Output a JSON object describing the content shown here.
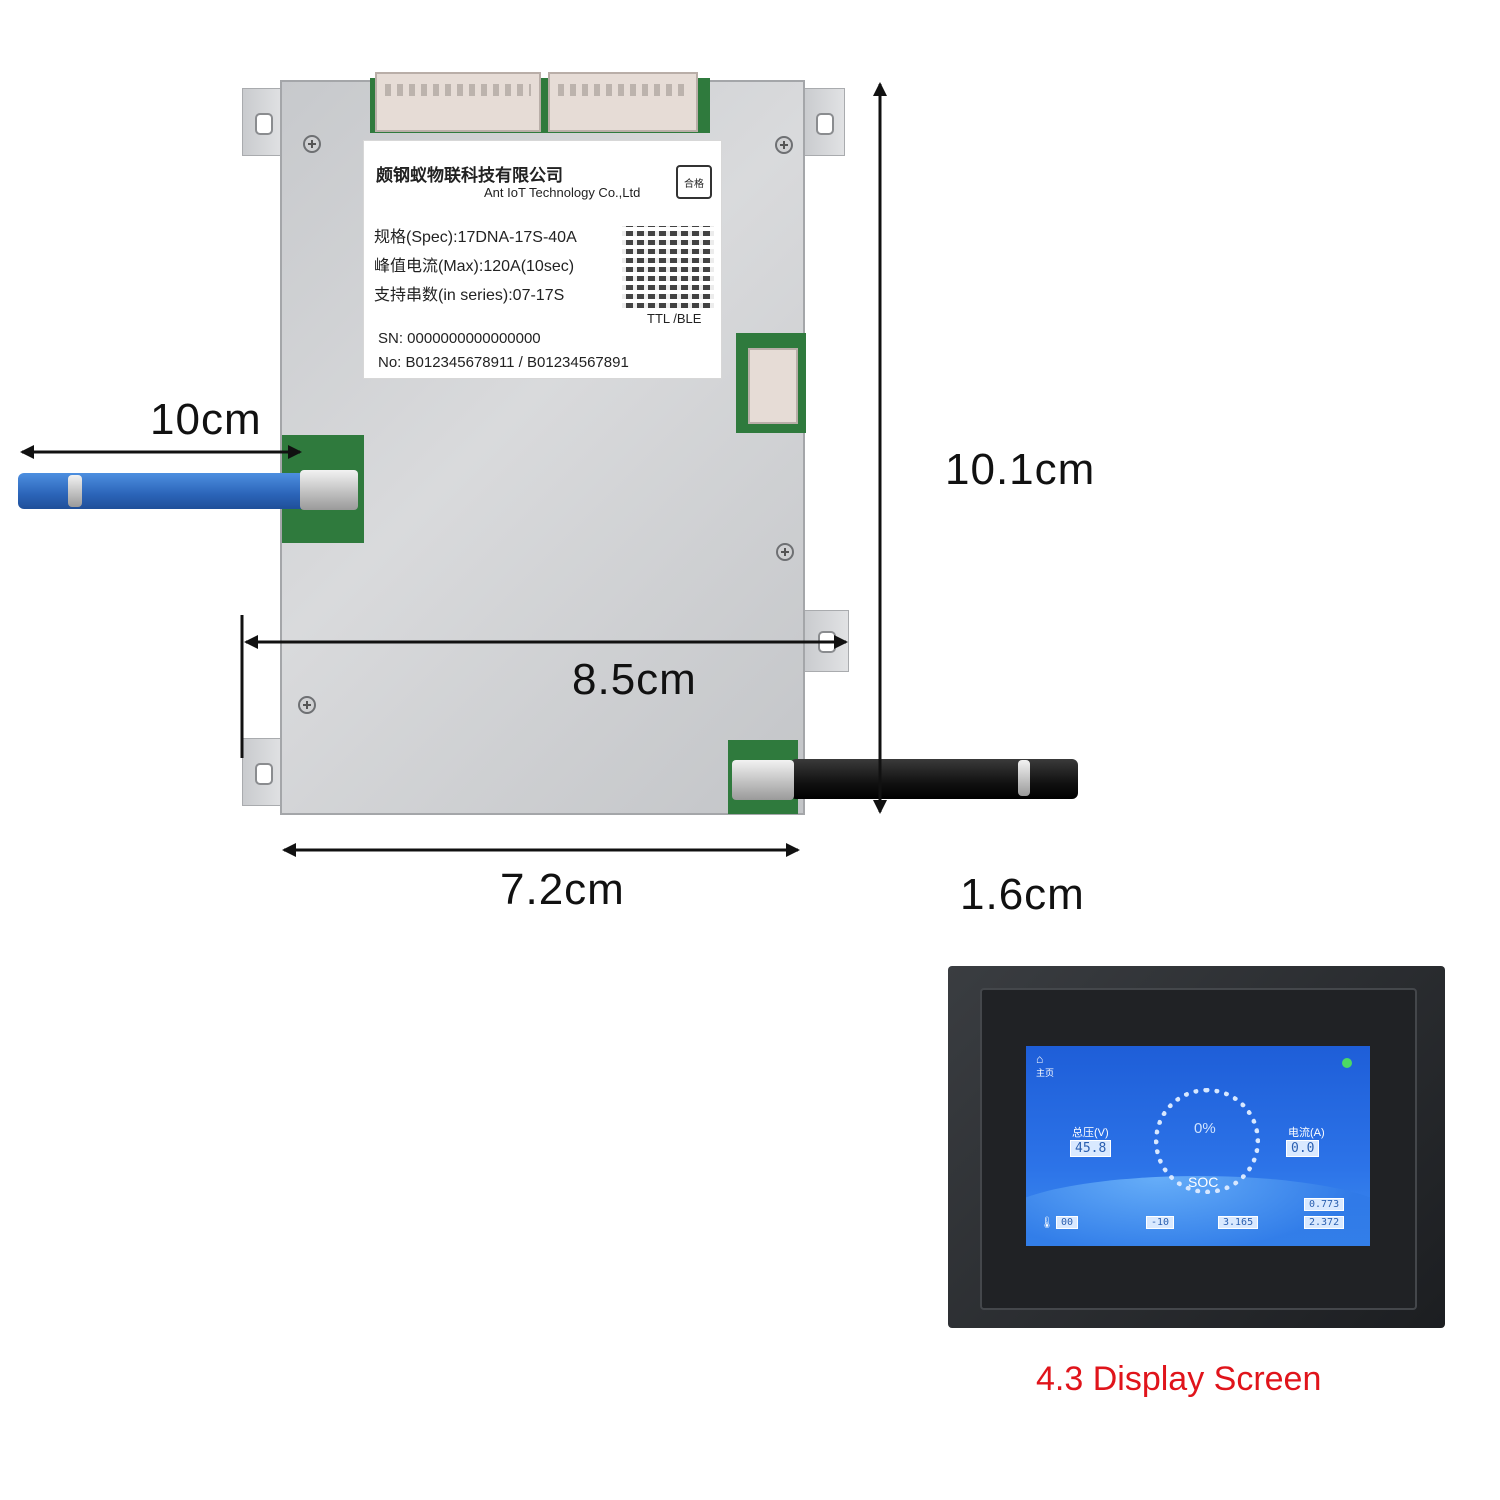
{
  "label": {
    "company_cn": "颇钢蚁物联科技有限公司",
    "company_en": "Ant IoT Technology Co.,Ltd",
    "stamp": "合格",
    "spec": "规格(Spec):17DNA-17S-40A",
    "max": "峰值电流(Max):120A(10sec)",
    "series": "支持串数(in series):07-17S",
    "interface": "TTL /BLE",
    "sn": "SN:  0000000000000000",
    "no": "No:  B012345678911 / B01234567891"
  },
  "dimensions": {
    "cable_length": "10cm",
    "height": "10.1cm",
    "width_with_ears": "8.5cm",
    "width": "7.2cm",
    "thickness": "1.6cm"
  },
  "display": {
    "home": "主页",
    "total_voltage_label": "总压(V)",
    "total_voltage": "45.8",
    "current_label": "电流(A)",
    "current": "0.0",
    "soc_percent": "0%",
    "soc_label": "SOC",
    "temp1": "00",
    "temp2": "-10",
    "cell_v1": "3.165",
    "cell_v2": "2.372",
    "cell_diff": "0.773",
    "caption": "4.3 Display Screen"
  },
  "colors": {
    "caption": "#e0141b",
    "screen": "#2c73e8",
    "cable_positive": "#2b64b8"
  }
}
